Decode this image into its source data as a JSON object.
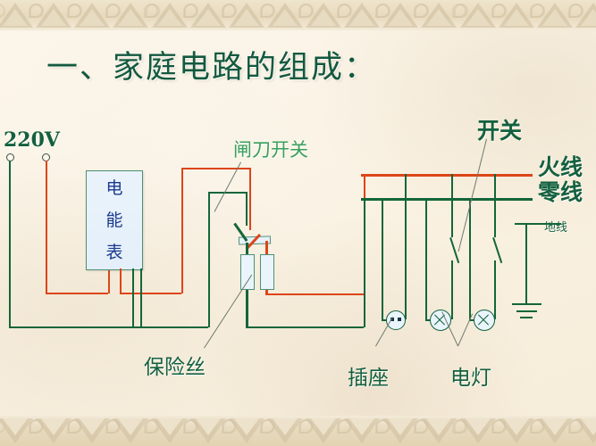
{
  "slide": {
    "title": "一、家庭电路的组成：",
    "title_color": "#13593f",
    "background_color": "#faf2e3"
  },
  "diagram": {
    "name": "household-circuit-schematic",
    "labels": {
      "supply": "220V",
      "meter": [
        "电",
        "能",
        "表"
      ],
      "knife_switch": "闸刀开关",
      "fuse": "保险丝",
      "switch": "开关",
      "live_wire": "火线",
      "neutral_wire": "零线",
      "earth_wire": "地线",
      "socket": "插座",
      "lamp": "电灯"
    },
    "colors": {
      "live": "#dd4518",
      "neutral": "#14663a",
      "label": "#13603f",
      "knife_switch_label": "#39a05c",
      "meter_text": "#1b3a8f",
      "meter_fill": "#e7f1fa"
    },
    "components": {
      "terminals": 2,
      "fuses": 2,
      "switches": 2,
      "sockets": 1,
      "lamps": 2,
      "ground_symbols": 1
    }
  }
}
